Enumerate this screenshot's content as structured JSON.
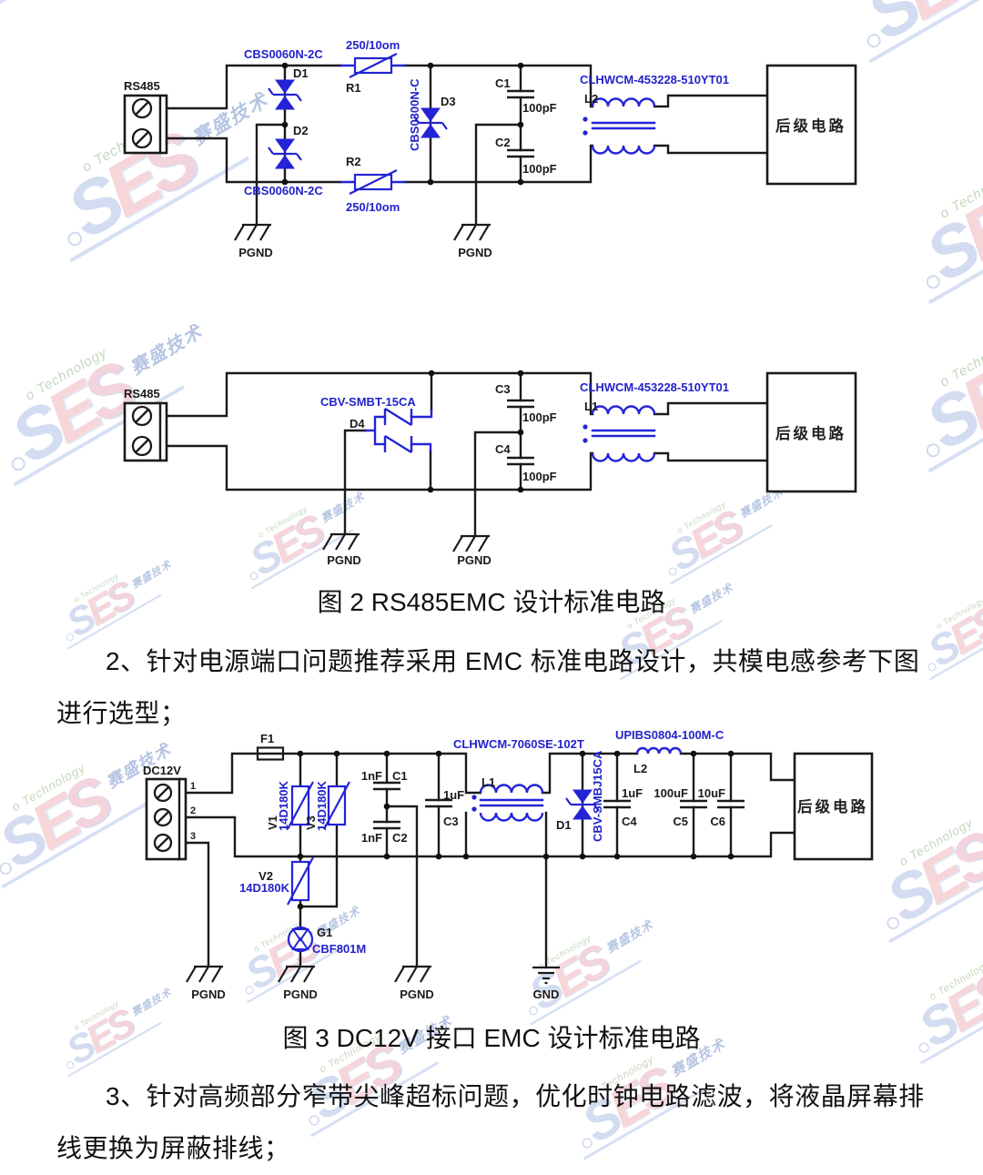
{
  "watermark": {
    "letters": [
      "S",
      "E",
      "S"
    ],
    "company": "赛盛技术",
    "tagline": "Technology"
  },
  "figure2": {
    "caption": "图 2 RS485EMC 设计标准电路"
  },
  "figure3": {
    "caption": "图 3 DC12V 接口 EMC 设计标准电路"
  },
  "paragraph2": {
    "lines": [
      "2、针对电源端口问题推荐采用 EMC 标准电路设计，共模电感参考下图",
      "进行选型；"
    ]
  },
  "paragraph3": {
    "lines": [
      "3、针对高频部分窄带尖峰超标问题，优化时钟电路滤波，将液晶屏幕排",
      "线更换为屏蔽排线；"
    ]
  },
  "colors": {
    "component_blue": "#2424d6",
    "label_blue": "#2222cc",
    "wire_black": "#1a1a1a"
  },
  "s1": {
    "conn": "RS485",
    "tvs_top": "CBS0060N-2C",
    "tvs_bot": "CBS0060N-2C",
    "d1": "D1",
    "d2": "D2",
    "d3": "D3",
    "d3_part": "CBS0300N-C",
    "r1": "R1",
    "r1_val": "250/10om",
    "r2": "R2",
    "r2_val": "250/10om",
    "c1": "C1",
    "c1_val": "100pF",
    "c2": "C2",
    "c2_val": "100pF",
    "choke": "L2",
    "choke_part": "CLHWCM-453228-510YT01",
    "load": "后级电路",
    "pgnd1": "PGND",
    "pgnd2": "PGND"
  },
  "s2": {
    "conn": "RS485",
    "d4": "D4",
    "d4_part": "CBV-SMBT-15CA",
    "c3": "C3",
    "c3_val": "100pF",
    "c4": "C4",
    "c4_val": "100pF",
    "choke": "L1",
    "choke_part": "CLHWCM-453228-510YT01",
    "load": "后级电路",
    "pgnd1": "PGND",
    "pgnd2": "PGND"
  },
  "s3": {
    "conn": "DC12V",
    "pin1": "1",
    "pin2": "2",
    "pin3": "3",
    "f1": "F1",
    "v1": "V1",
    "v1_part": "14D180K",
    "v3": "V3",
    "v3_part": "14D180K",
    "v2": "V2",
    "v2_part": "14D180K",
    "c1": "C1",
    "c1_val": "1nF",
    "c2": "C2",
    "c2_val": "1nF",
    "c3": "C3",
    "c3_val": "1uF",
    "choke": "L1",
    "choke_part": "CLHWCM-7060SE-102T",
    "d1": "D1",
    "d1_part": "CBV-SMBJ15CA",
    "c4": "C4",
    "c4_val": "1uF",
    "l2": "L2",
    "l2_part": "UPIBS0804-100M-C",
    "c5": "C5",
    "c5_val": "100uF",
    "c6": "C6",
    "c6_val": "10uF",
    "g1": "G1",
    "g1_part": "CBF801M",
    "load": "后级电路",
    "pgnd1": "PGND",
    "pgnd2": "PGND",
    "pgnd3": "PGND",
    "gnd": "GND"
  }
}
